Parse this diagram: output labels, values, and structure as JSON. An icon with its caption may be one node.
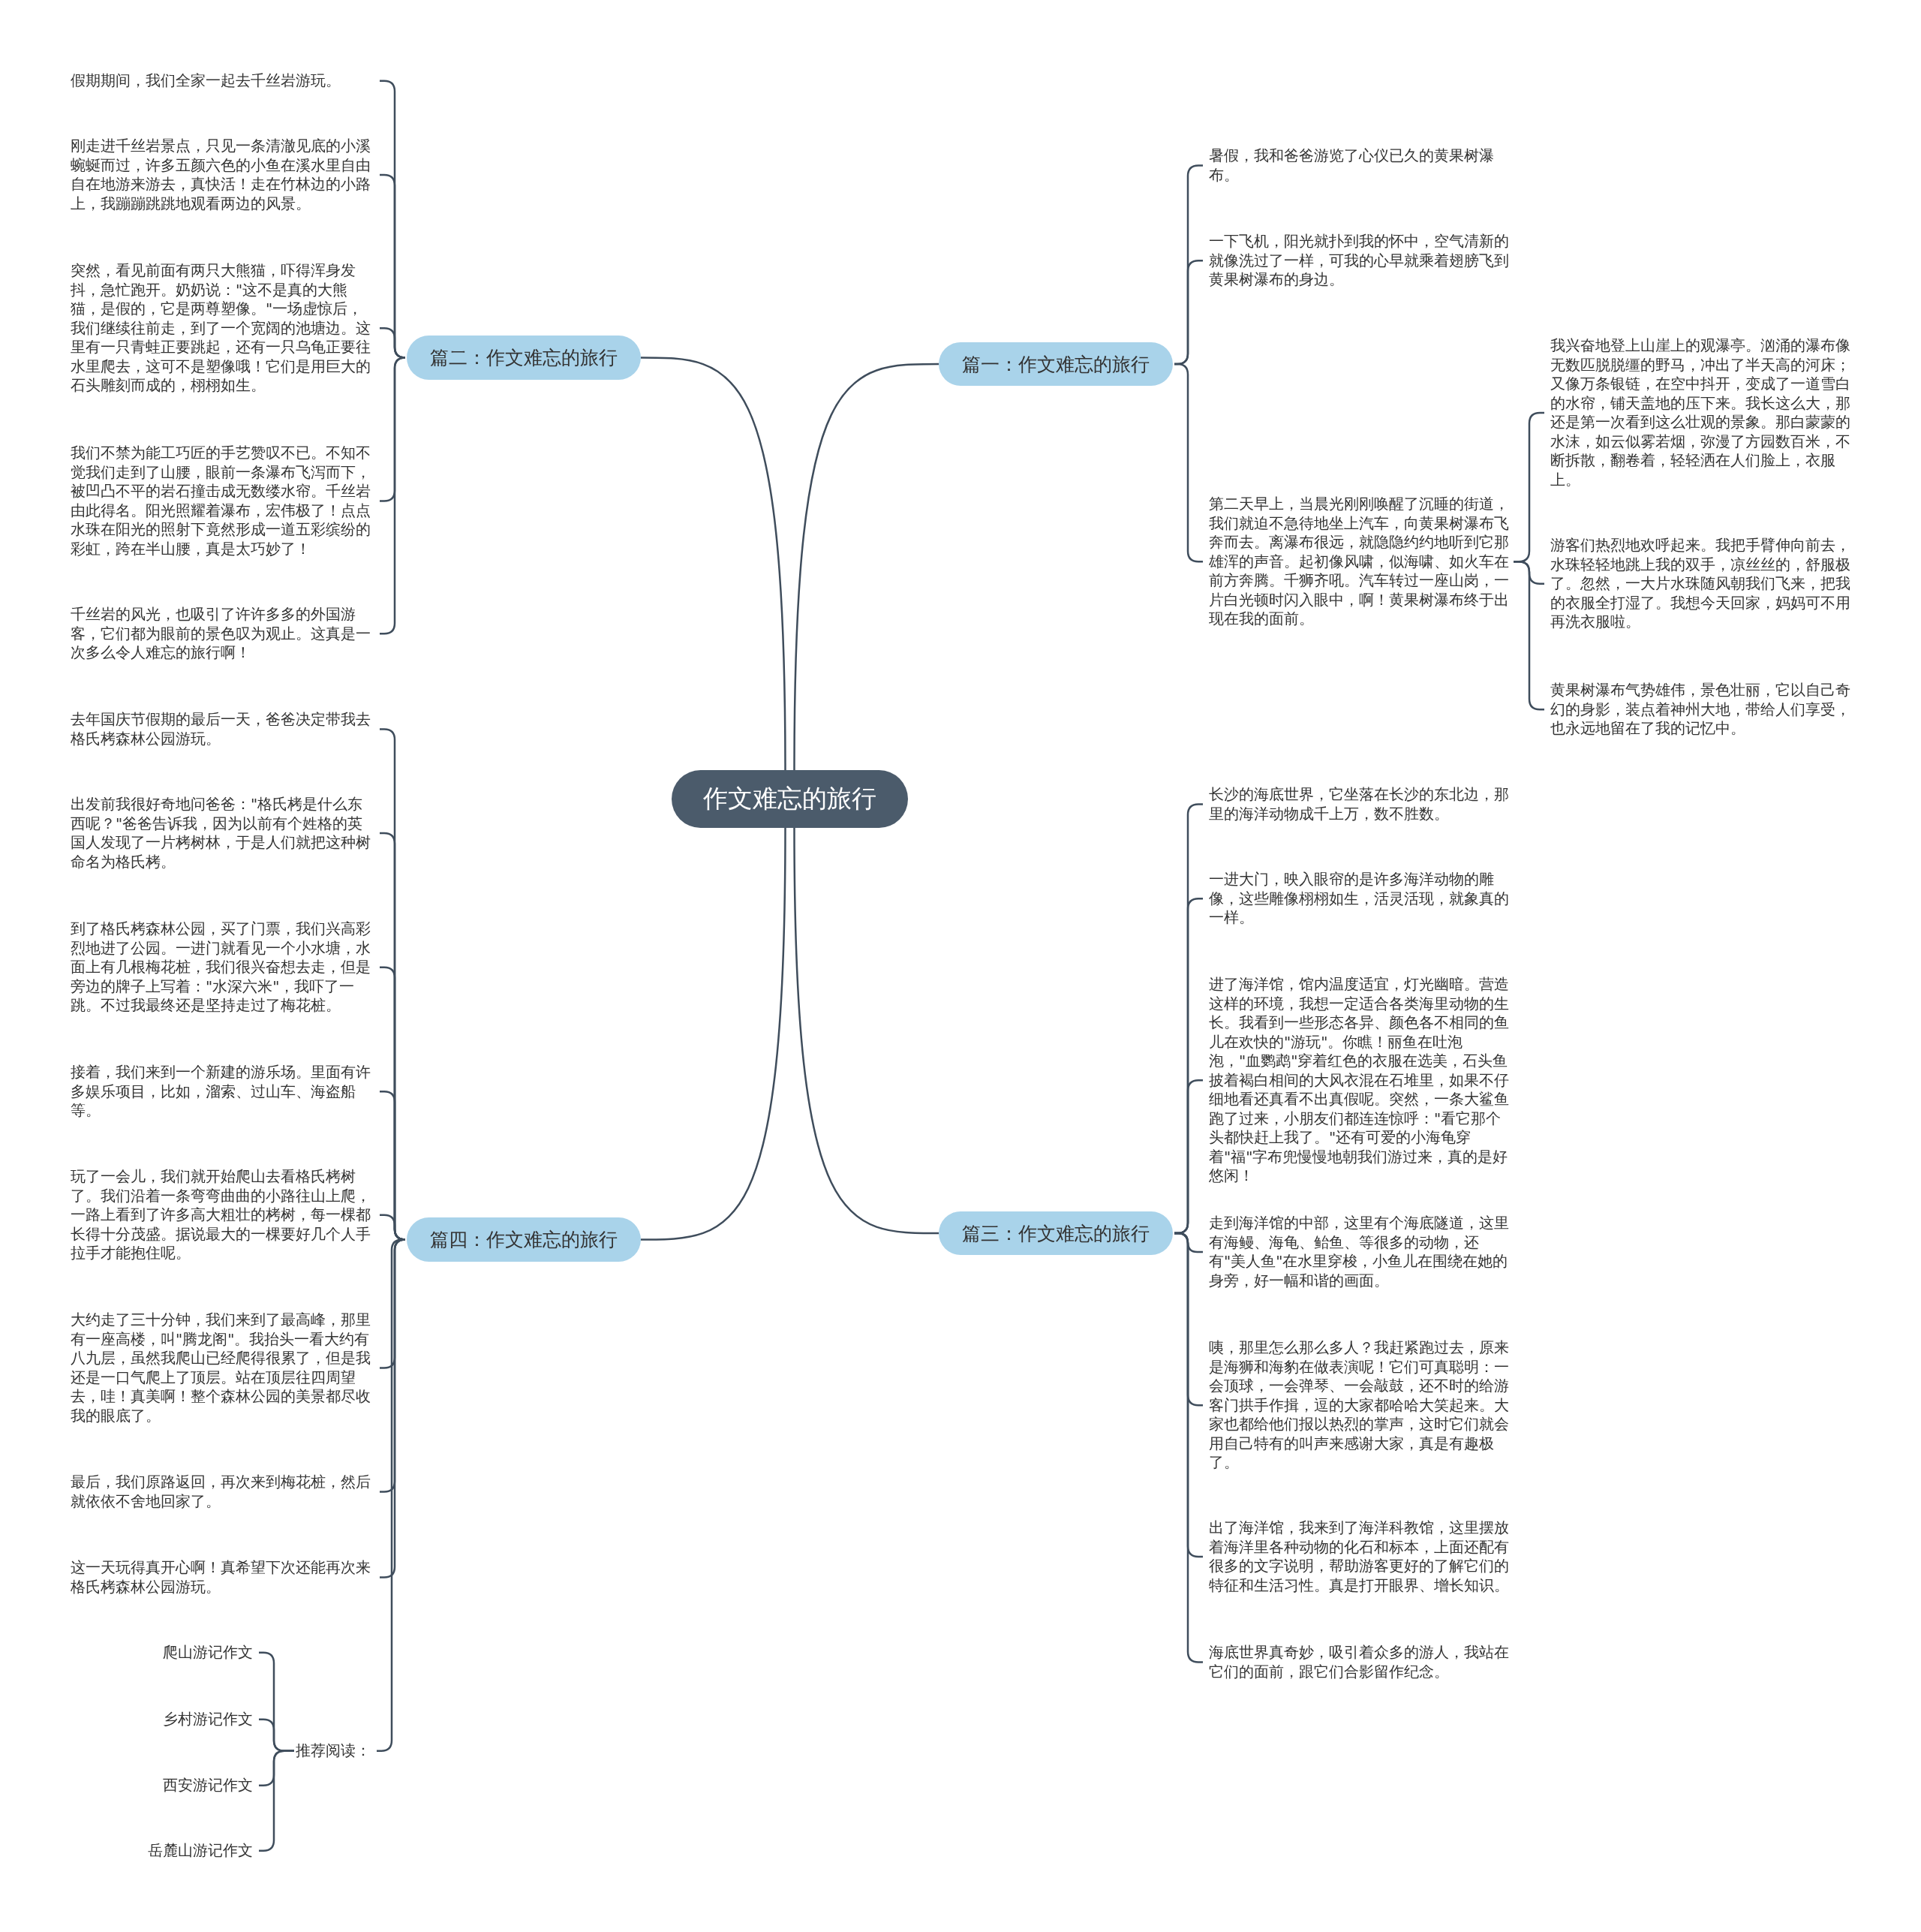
{
  "diagram": {
    "nodes": [
      {
        "text": [
          "作文难忘的旅行"
        ]
      },
      {
        "text": [
          "篇二：作文难忘的旅行"
        ]
      },
      {
        "text": [
          "假期期间，我们全家一起去千丝岩游玩。"
        ]
      },
      {
        "text": [
          "刚走进千丝岩景点，只见一条清澈见底的小溪蜿蜒而过，许多五颜六色的小鱼在溪水里自由自在地游来游去，真快活！走在竹林边的小路上，我蹦蹦跳跳地观看两边的风景。"
        ]
      },
      {
        "text": [
          "突然，看见前面有两只大熊猫，吓得浑身发抖，急忙跑开。奶奶说：\"这不是真的大熊猫，是假的，它是两尊塑像。\"一场虚惊后，我们继续往前走，到了一个宽阔的池塘边。这里有一只青蛙正要跳起，还有一只乌龟正要往水里爬去，这可不是塑像哦！它们是用巨大的石头雕刻而成的，栩栩如生。"
        ]
      },
      {
        "text": [
          "我们不禁为能工巧匠的手艺赞叹不已。不知不觉我们走到了山腰，眼前一条瀑布飞泻而下，被凹凸不平的岩石撞击成无数缕水帘。千丝岩由此得名。阳光照耀着瀑布，宏伟极了！点点水珠在阳光的照射下竟然形成一道五彩缤纷的彩虹，跨在半山腰，真是太巧妙了！"
        ]
      },
      {
        "text": [
          "千丝岩的风光，也吸引了许许多多的外国游客，它们都为眼前的景色叹为观止。这真是一次多么令人难忘的旅行啊！"
        ]
      },
      {
        "text": [
          "篇四：作文难忘的旅行"
        ]
      },
      {
        "text": [
          "去年国庆节假期的最后一天，爸爸决定带我去格氏栲森林公园游玩。"
        ]
      },
      {
        "text": [
          "出发前我很好奇地问爸爸：\"格氏栲是什么东西呢？\"爸爸告诉我，因为以前有个姓格的英国人发现了一片栲树林，于是人们就把这种树命名为格氏栲。"
        ]
      },
      {
        "text": [
          "到了格氏栲森林公园，买了门票，我们兴高彩烈地进了公园。一进门就看见一个小水塘，水面上有几根梅花桩，我们很兴奋想去走，但是旁边的牌子上写着：\"水深六米\"，我吓了一跳。不过我最终还是坚持走过了梅花桩。"
        ]
      },
      {
        "text": [
          "接着，我们来到一个新建的游乐场。里面有许多娱乐项目，比如，溜索、过山车、海盗船等。"
        ]
      },
      {
        "text": [
          "玩了一会儿，我们就开始爬山去看格氏栲树了。我们沿着一条弯弯曲曲的小路往山上爬，一路上看到了许多高大粗壮的栲树，每一棵都长得十分茂盛。据说最大的一棵要好几个人手拉手才能抱住呢。"
        ]
      },
      {
        "text": [
          "大约走了三十分钟，我们来到了最高峰，那里有一座高楼，叫\"腾龙阁\"。我抬头一看大约有八九层，虽然我爬山已经爬得很累了，但是我还是一口气爬上了顶层。站在顶层往四周望去，哇！真美啊！整个森林公园的美景都尽收我的眼底了。"
        ]
      },
      {
        "text": [
          "最后，我们原路返回，再次来到梅花桩，然后就依依不舍地回家了。"
        ]
      },
      {
        "text": [
          "这一天玩得真开心啊！真希望下次还能再次来格氏栲森林公园游玩。"
        ]
      },
      {
        "text": [
          "推荐阅读："
        ]
      },
      {
        "text": [
          "爬山游记作文"
        ]
      },
      {
        "text": [
          "乡村游记作文"
        ]
      },
      {
        "text": [
          "西安游记作文"
        ]
      },
      {
        "text": [
          "岳麓山游记作文"
        ]
      },
      {
        "text": [
          "篇一：作文难忘的旅行"
        ]
      },
      {
        "text": [
          "暑假，我和爸爸游览了心仪已久的黄果树瀑布。"
        ]
      },
      {
        "text": [
          "一下飞机，阳光就扑到我的怀中，空气清新的就像洗过了一样，可我的心早就乘着翅膀飞到黄果树瀑布的身边。"
        ]
      },
      {
        "text": [
          "第二天早上，当晨光刚刚唤醒了沉睡的街道，我们就迫不急待地坐上汽车，向黄果树瀑布飞奔而去。离瀑布很远，就隐隐约约地听到它那雄浑的声音。起初像风啸，似海啸、如火车在前方奔腾。千狮齐吼。汽车转过一座山岗，一片白光顿时闪入眼中，啊！黄果树瀑布终于出现在我的面前。"
        ]
      },
      {
        "text": [
          "我兴奋地登上山崖上的观瀑亭。汹涌的瀑布像无数匹脱脱缰的野马，冲出了半天高的河床；又像万条银链，在空中抖开，变成了一道雪白的水帘，铺天盖地的压下来。我长这么大，那还是第一次看到这么壮观的景象。那白蒙蒙的水沫，如云似雾若烟，弥漫了方园数百米，不断拆散，翻卷着，轻轻洒在人们脸上，衣服上。"
        ]
      },
      {
        "text": [
          "游客们热烈地欢呼起来。我把手臂伸向前去，水珠轻轻地跳上我的双手，凉丝丝的，舒服极了。忽然，一大片水珠随风朝我们飞来，把我的衣服全打湿了。我想今天回家，妈妈可不用再洗衣服啦。"
        ]
      },
      {
        "text": [
          "黄果树瀑布气势雄伟，景色壮丽，它以自己奇幻的身影，装点着神州大地，带给人们享受，也永远地留在了我的记忆中。"
        ]
      },
      {
        "text": [
          "篇三：作文难忘的旅行"
        ]
      },
      {
        "text": [
          "长沙的海底世界，它坐落在长沙的东北边，那里的海洋动物成千上万，数不胜数。"
        ]
      },
      {
        "text": [
          "一进大门，映入眼帘的是许多海洋动物的雕像，这些雕像栩栩如生，活灵活现，就象真的一样。"
        ]
      },
      {
        "text": [
          "进了海洋馆，馆内温度适宜，灯光幽暗。营造这样的环境，我想一定适合各类海里动物的生长。我看到一些形态各异、颜色各不相同的鱼儿在欢快的\"游玩\"。你瞧！丽鱼在吐泡泡，\"血鹦鹉\"穿着红色的衣服在选美，石头鱼披着褐白相间的大风衣混在石堆里，如果不仔细地看还真看不出真假呢。突然，一条大鲨鱼跑了过来，小朋友们都连连惊呼：\"看它那个头都快赶上我了。\"还有可爱的小海龟穿着\"福\"字布兜慢慢地朝我们游过来，真的是好悠闲！"
        ]
      },
      {
        "text": [
          "走到海洋馆的中部，这里有个海底隧道，这里有海鳗、海龟、鲐鱼、等很多的动物，还有\"美人鱼\"在水里穿梭，小鱼儿在围绕在她的身旁，好一幅和谐的画面。"
        ]
      },
      {
        "text": [
          "咦，那里怎么那么多人？我赶紧跑过去，原来是海狮和海豹在做表演呢！它们可真聪明：一会顶球，一会弹琴、一会敲鼓，还不时的给游客门拱手作揖，逗的大家都哈哈大笑起来。大家也都给他们报以热烈的掌声，这时它们就会用自己特有的叫声来感谢大家，真是有趣极了。"
        ]
      },
      {
        "text": [
          "出了海洋馆，我来到了海洋科教馆，这里摆放着海洋里各种动物的化石和标本，上面还配有很多的文字说明，帮助游客更好的了解它们的特征和生活习性。真是打开眼界、增长知识。"
        ]
      },
      {
        "text": [
          "海底世界真奇妙，吸引着众多的游人，我站在它们的面前，跟它们合影留作纪念。"
        ]
      }
    ],
    "edges": [
      {
        "from": 0,
        "to": 1,
        "arrow": "none"
      },
      {
        "from": 1,
        "to": 2,
        "arrow": "none"
      },
      {
        "from": 1,
        "to": 3,
        "arrow": "none"
      },
      {
        "from": 1,
        "to": 4,
        "arrow": "none"
      },
      {
        "from": 1,
        "to": 5,
        "arrow": "none"
      },
      {
        "from": 1,
        "to": 6,
        "arrow": "none"
      },
      {
        "from": 0,
        "to": 7,
        "arrow": "none"
      },
      {
        "from": 7,
        "to": 8,
        "arrow": "none"
      },
      {
        "from": 7,
        "to": 9,
        "arrow": "none"
      },
      {
        "from": 7,
        "to": 10,
        "arrow": "none"
      },
      {
        "from": 7,
        "to": 11,
        "arrow": "none"
      },
      {
        "from": 7,
        "to": 12,
        "arrow": "none"
      },
      {
        "from": 7,
        "to": 13,
        "arrow": "none"
      },
      {
        "from": 7,
        "to": 14,
        "arrow": "none"
      },
      {
        "from": 7,
        "to": 15,
        "arrow": "none"
      },
      {
        "from": 7,
        "to": 16,
        "arrow": "none"
      },
      {
        "from": 16,
        "to": 17,
        "arrow": "none"
      },
      {
        "from": 16,
        "to": 18,
        "arrow": "none"
      },
      {
        "from": 16,
        "to": 19,
        "arrow": "none"
      },
      {
        "from": 16,
        "to": 20,
        "arrow": "none"
      },
      {
        "from": 0,
        "to": 21,
        "arrow": "none"
      },
      {
        "from": 21,
        "to": 22,
        "arrow": "none"
      },
      {
        "from": 21,
        "to": 23,
        "arrow": "none"
      },
      {
        "from": 21,
        "to": 24,
        "arrow": "none"
      },
      {
        "from": 24,
        "to": 25,
        "arrow": "none"
      },
      {
        "from": 24,
        "to": 26,
        "arrow": "none"
      },
      {
        "from": 24,
        "to": 27,
        "arrow": "none"
      },
      {
        "from": 0,
        "to": 28,
        "arrow": "none"
      },
      {
        "from": 28,
        "to": 29,
        "arrow": "none"
      },
      {
        "from": 28,
        "to": 30,
        "arrow": "none"
      },
      {
        "from": 28,
        "to": 31,
        "arrow": "none"
      },
      {
        "from": 28,
        "to": 32,
        "arrow": "none"
      },
      {
        "from": 28,
        "to": 33,
        "arrow": "none"
      },
      {
        "from": 28,
        "to": 34,
        "arrow": "none"
      },
      {
        "from": 28,
        "to": 35,
        "arrow": "none"
      }
    ]
  }
}
